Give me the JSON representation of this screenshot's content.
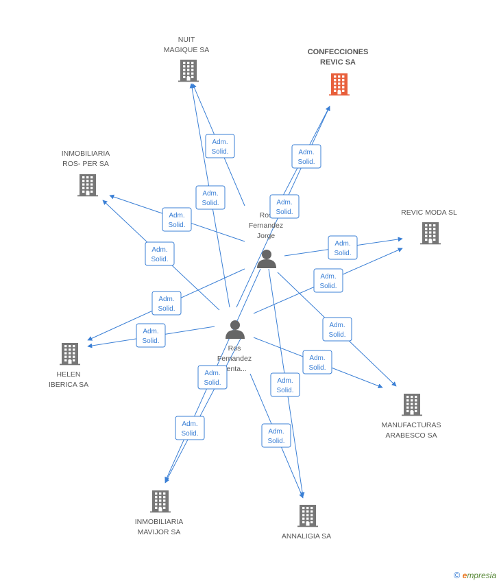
{
  "companies": [
    {
      "id": "nuit",
      "lines": [
        "NUIT",
        "MAGIQUE SA"
      ],
      "color": "#777777",
      "main": false
    },
    {
      "id": "confecciones",
      "lines": [
        "CONFECCIONES",
        "REVIC SA"
      ],
      "color": "#e8603c",
      "main": true
    },
    {
      "id": "inmobiliaria-ros",
      "lines": [
        "INMOBILIARIA",
        "ROS- PER SA"
      ],
      "color": "#777777",
      "main": false
    },
    {
      "id": "revic-moda",
      "lines": [
        "REVIC MODA SL"
      ],
      "color": "#777777",
      "main": false
    },
    {
      "id": "helen",
      "lines": [
        "HELEN",
        "IBERICA SA"
      ],
      "color": "#777777",
      "main": false
    },
    {
      "id": "manufacturas",
      "lines": [
        "MANUFACTURAS",
        "ARABESCO SA"
      ],
      "color": "#777777",
      "main": false
    },
    {
      "id": "mavijor",
      "lines": [
        "INMOBILIARIA",
        "MAVIJOR SA"
      ],
      "color": "#777777",
      "main": false
    },
    {
      "id": "annaligia",
      "lines": [
        "ANNALIGIA SA"
      ],
      "color": "#777777",
      "main": false
    }
  ],
  "persons": [
    {
      "id": "jorge",
      "lines": [
        "Ros",
        "Fernandez",
        "Jorge"
      ]
    },
    {
      "id": "fenta",
      "lines": [
        "Ros",
        "Fernandez",
        "Fenta..."
      ]
    }
  ],
  "edges": [
    {
      "from": "jorge",
      "to": "confecciones",
      "label": [
        "Adm.",
        "Solid."
      ]
    },
    {
      "from": "fenta",
      "to": "confecciones",
      "label": [
        "Adm.",
        "Solid."
      ]
    },
    {
      "from": "jorge",
      "to": "nuit",
      "label": [
        "Adm.",
        "Solid."
      ]
    },
    {
      "from": "fenta",
      "to": "nuit",
      "label": [
        "Adm.",
        "Solid."
      ]
    },
    {
      "from": "jorge",
      "to": "inmobiliaria-ros",
      "label": [
        "Adm.",
        "Solid."
      ]
    },
    {
      "from": "fenta",
      "to": "inmobiliaria-ros",
      "label": [
        "Adm.",
        "Solid."
      ]
    },
    {
      "from": "jorge",
      "to": "revic-moda",
      "label": [
        "Adm.",
        "Solid."
      ]
    },
    {
      "from": "fenta",
      "to": "revic-moda",
      "label": [
        "Adm.",
        "Solid."
      ]
    },
    {
      "from": "jorge",
      "to": "helen",
      "label": [
        "Adm.",
        "Solid."
      ]
    },
    {
      "from": "fenta",
      "to": "helen",
      "label": [
        "Adm.",
        "Solid."
      ]
    },
    {
      "from": "jorge",
      "to": "manufacturas",
      "label": [
        "Adm.",
        "Solid."
      ]
    },
    {
      "from": "fenta",
      "to": "manufacturas",
      "label": [
        "Adm.",
        "Solid."
      ]
    },
    {
      "from": "jorge",
      "to": "mavijor",
      "label": [
        "Adm.",
        "Solid."
      ]
    },
    {
      "from": "fenta",
      "to": "mavijor",
      "label": [
        "Adm.",
        "Solid."
      ]
    },
    {
      "from": "jorge",
      "to": "annaligia",
      "label": [
        "Adm.",
        "Solid."
      ]
    },
    {
      "from": "fenta",
      "to": "annaligia",
      "label": [
        "Adm.",
        "Solid."
      ]
    }
  ],
  "footer": {
    "copyright": "©",
    "brand_initial": "e",
    "brand_rest": "mpresia"
  },
  "colors": {
    "edge": "#3a7fd5",
    "node": "#777777",
    "main": "#e8603c"
  }
}
